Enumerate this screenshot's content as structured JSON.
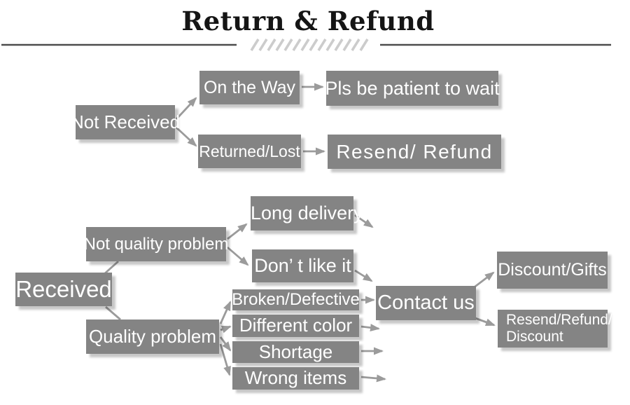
{
  "title": "Return & Refund",
  "colors": {
    "node_bg": "#848484",
    "node_text": "#ffffff",
    "arrow": "#9b9b9b",
    "title_text": "#151515",
    "rule": "#4d4d4d",
    "hatch": "#cccccc"
  },
  "nodes": {
    "not_received": "Not Received",
    "on_the_way": "On the Way",
    "pls_be_patient": "Pls be patient to wait",
    "returned_lost": "Returned/Lost",
    "resend_refund": "Resend/ Refund",
    "received": "Received",
    "not_quality_problem": "Not quality problem",
    "long_delivery": "Long delivery",
    "dont_like_it": "Don’ t like it",
    "quality_problem": "Quality problem",
    "broken_defective": "Broken/Defective",
    "different_color": "Different color",
    "shortage": "Shortage",
    "wrong_items": "Wrong items",
    "contact_us": "Contact us",
    "discount_gifts": "Discount/Gifts",
    "resend_refund_discount": "Resend/Refund/\nDiscount"
  }
}
